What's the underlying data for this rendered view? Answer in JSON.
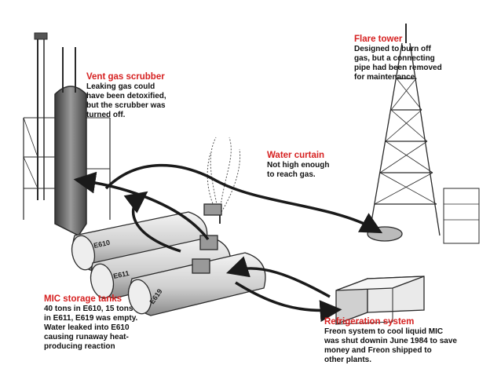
{
  "callouts": {
    "vent_scrubber": {
      "title": "Vent gas scrubber",
      "body": "Leaking gas could\nhave been detoxified,\nbut the scrubber was\nturned off."
    },
    "flare_tower": {
      "title": "Flare tower",
      "body": "Designed to burn off\ngas, but a connecting\npipe had been removed\nfor maintenance."
    },
    "water_curtain": {
      "title": "Water curtain",
      "body": "Not high enough\nto reach gas."
    },
    "mic_storage": {
      "title": "MIC storage tanks",
      "body": "40 tons in E610, 15 tons\nin E611, E619 was empty.\nWater leaked into E610\ncausing runaway heat-\nproducing reaction"
    },
    "refrigeration": {
      "title": "Refrigeration system",
      "body": "Freon system to cool liquid MIC\nwas shut downin June 1984 to save\nmoney and Freon shipped to\nother plants."
    }
  },
  "tanks": {
    "e610": "E610",
    "e611": "E611",
    "e619": "E619"
  },
  "colors": {
    "callout_title": "#d62121",
    "callout_body": "#111111",
    "line_art": "#2a2a2a"
  }
}
